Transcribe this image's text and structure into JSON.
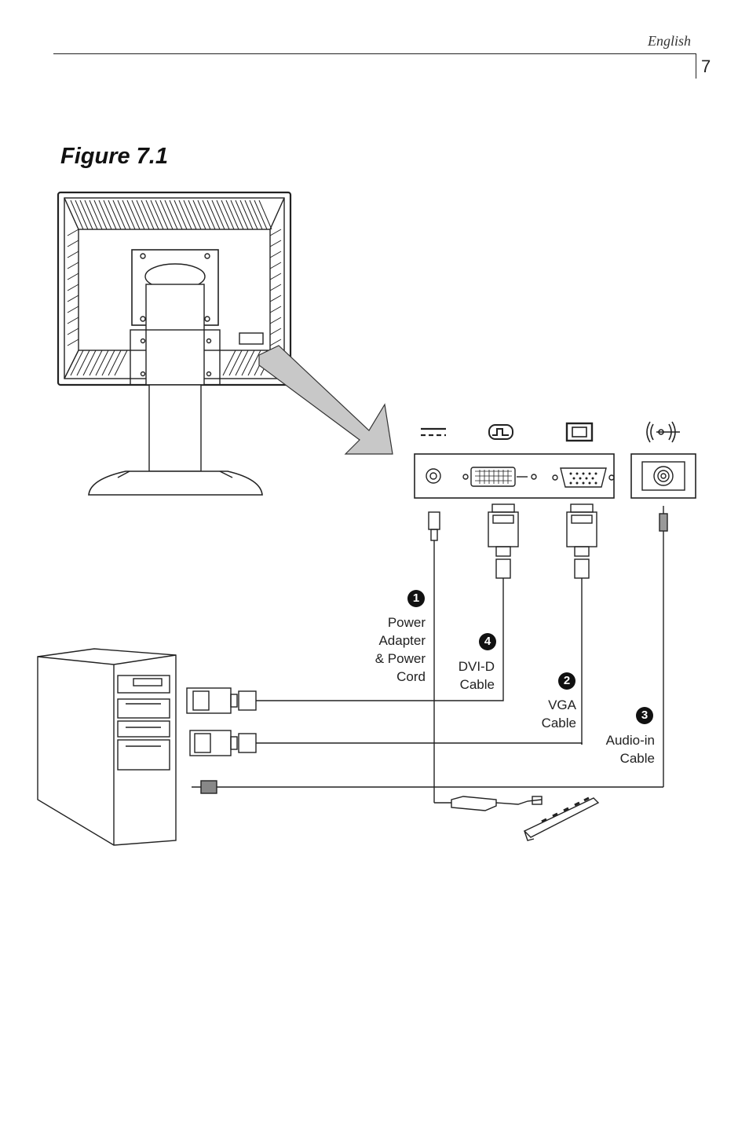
{
  "header": {
    "language": "English",
    "page_number": "7"
  },
  "figure": {
    "title": "Figure 7.1"
  },
  "callouts": [
    {
      "number": "1",
      "label_lines": [
        "Power",
        "Adapter",
        "& Power",
        "Cord"
      ]
    },
    {
      "number": "4",
      "label_lines": [
        "DVI-D",
        "Cable"
      ]
    },
    {
      "number": "2",
      "label_lines": [
        "VGA",
        "Cable"
      ]
    },
    {
      "number": "3",
      "label_lines": [
        "Audio-in",
        "Cable"
      ]
    }
  ],
  "port_icons": [
    "dc-power-icon",
    "dvi-digital-icon",
    "vga-monitor-icon",
    "audio-in-icon"
  ]
}
